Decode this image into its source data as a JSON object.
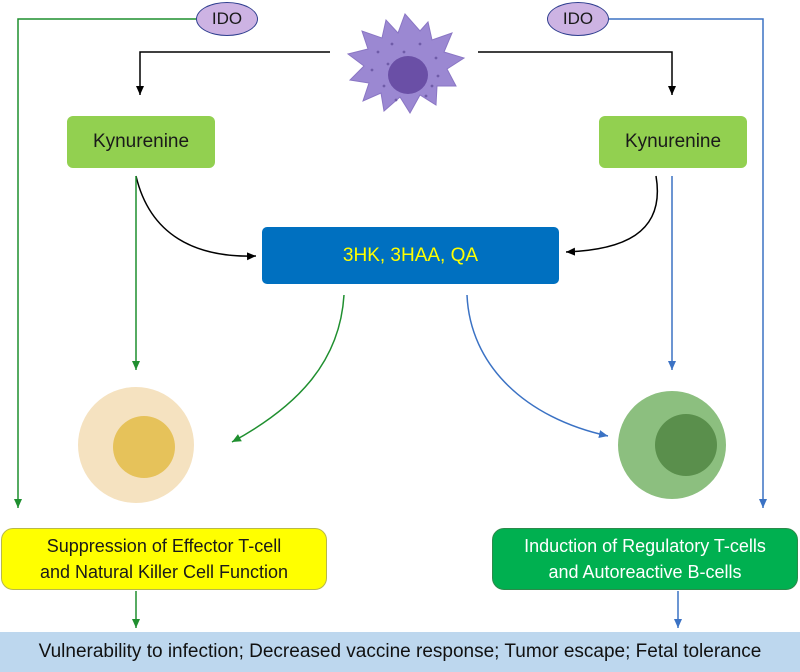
{
  "enzymes": {
    "left": "IDO",
    "right": "IDO"
  },
  "metabolites": {
    "kynurenine_left": "Kynurenine",
    "kynurenine_right": "Kynurenine",
    "downstream": "3HK, 3HAA, QA"
  },
  "cells": {
    "top": "dendritic-cell-icon",
    "left": "effector-cell-icon",
    "right": "regulatory-cell-icon"
  },
  "outcomes": {
    "left_line1": "Suppression of Effector T-cell",
    "left_line2": "and Natural Killer Cell Function",
    "right_line1": "Induction of Regulatory T-cells",
    "right_line2": "and Autoreactive B-cells"
  },
  "consequences": "Vulnerability to infection; Decreased vaccine response; Tumor escape; Fetal tolerance",
  "colors": {
    "ido_fill": "#cdb3e3",
    "kynurenine_fill": "#92d050",
    "metabolite_fill": "#0070c0",
    "metabolite_text": "#ffff00",
    "left_outcome_fill": "#ffff00",
    "right_outcome_fill": "#00b050",
    "bottom_bar_fill": "#bdd7ee",
    "left_path": "#1f8f2f",
    "right_path": "#3b72c4",
    "dendritic_cell": "#9b88d2",
    "left_cell": "#f5e2c0",
    "right_cell": "#8cbf7f"
  }
}
